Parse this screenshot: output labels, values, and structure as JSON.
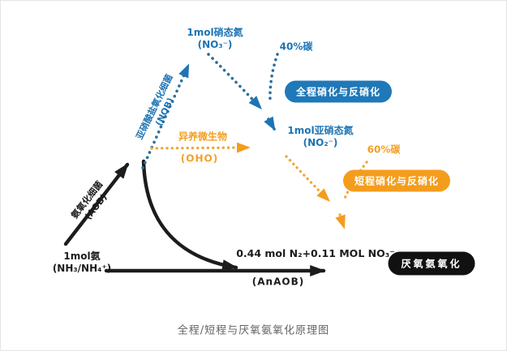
{
  "colors": {
    "blue_text": "#1d74b5",
    "blue_dot": "#2b6f9d",
    "orange_text": "#f2a024",
    "orange_dot": "#f0a83c",
    "black": "#1c1c1c",
    "badge_full_bg": "#1f78b8",
    "badge_short_bg": "#f49d1d",
    "badge_anammox_bg": "#111111",
    "caption_gray": "#636363"
  },
  "nodes": {
    "nitrate": {
      "line1": "1mol硝态氮",
      "line2": "(NO₃⁻)"
    },
    "nitrite": {
      "line1": "1mol亚硝态氮",
      "line2": "(NO₂⁻)"
    },
    "ammonia": {
      "line1": "1mol氨",
      "line2": "(NH₃/NH₄⁺)"
    },
    "product": "0.44 mol N₂+0.11 MOL NO₃⁻"
  },
  "edges": {
    "nob": {
      "line1": "亚硝酸盐氧化细菌",
      "line2": "(NOB)"
    },
    "aob": {
      "line1": "氨氧化细菌",
      "line2": "(AOB)"
    },
    "oho": {
      "line1": "异养微生物",
      "line2": "(OHO)"
    },
    "anaob": "(AnAOB)"
  },
  "annotations": {
    "carbon40": "40%碳",
    "carbon60": "60%碳"
  },
  "badges": {
    "full": "全程硝化与反硝化",
    "short": "短程硝化与反硝化",
    "anammox": "厌氧氨氧化"
  },
  "caption": "全程/短程与厌氧氨氧化原理图"
}
